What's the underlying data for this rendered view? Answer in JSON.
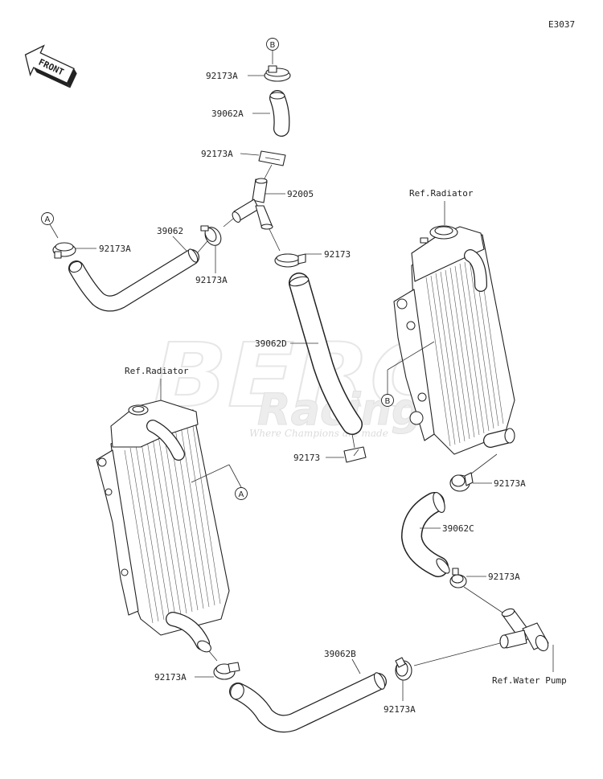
{
  "diagram_code": "E3037",
  "front_label": "FRONT",
  "watermark": {
    "brand": "BERG",
    "sub": "Racing",
    "tagline": "Where Champions are made"
  },
  "labels": {
    "clamp_b_top": "92173A",
    "hose_39062a": "39062A",
    "clamp_mid_top": "92173A",
    "joint_92005": "92005",
    "hose_39062": "39062",
    "clamp_a_left": "92173A",
    "clamp_left_joint": "92173A",
    "clamp_92173_upper": "92173",
    "hose_39062d": "39062D",
    "clip_92173_lower": "92173",
    "ref_radiator_right": "Ref.Radiator",
    "ref_radiator_left": "Ref.Radiator",
    "clamp_right_radiator": "92173A",
    "hose_39062c": "39062C",
    "clamp_right_pump": "92173A",
    "ref_water_pump": "Ref.Water Pump",
    "clamp_pump_bottom": "92173A",
    "hose_39062b": "39062B",
    "clamp_left_bottom": "92173A"
  },
  "callouts": {
    "b_top": "B",
    "a_left": "A",
    "b_right": "B",
    "a_radiator": "A"
  }
}
